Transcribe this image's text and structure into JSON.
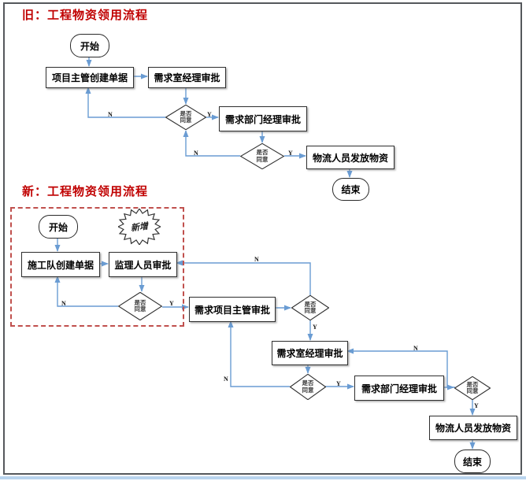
{
  "colors": {
    "connector_blue": "#6a9cd3",
    "title_red": "#c00000",
    "dashed_red": "#c0504d"
  },
  "old_flow": {
    "title": "旧：工程物资领用流程",
    "start": "开始",
    "end": "结束",
    "boxes": {
      "create": "项目主管创建单据",
      "room_mgr": "需求室经理审批",
      "dept_mgr": "需求部门经理审批",
      "logistics": "物流人员发放物资"
    },
    "decision": {
      "line1": "是否",
      "line2": "同意"
    },
    "yes": "Y",
    "no": "N"
  },
  "new_flow": {
    "title": "新：工程物资领用流程",
    "start": "开始",
    "end": "结束",
    "badge_new": "新增",
    "boxes": {
      "create": "施工队创建单据",
      "supervisor": "监理人员审批",
      "proj_mgr": "需求项目主管审批",
      "room_mgr": "需求室经理审批",
      "dept_mgr": "需求部门经理审批",
      "logistics": "物流人员发放物资"
    },
    "decision": {
      "line1": "是否",
      "line2": "同意"
    },
    "yes": "Y",
    "no": "N"
  }
}
